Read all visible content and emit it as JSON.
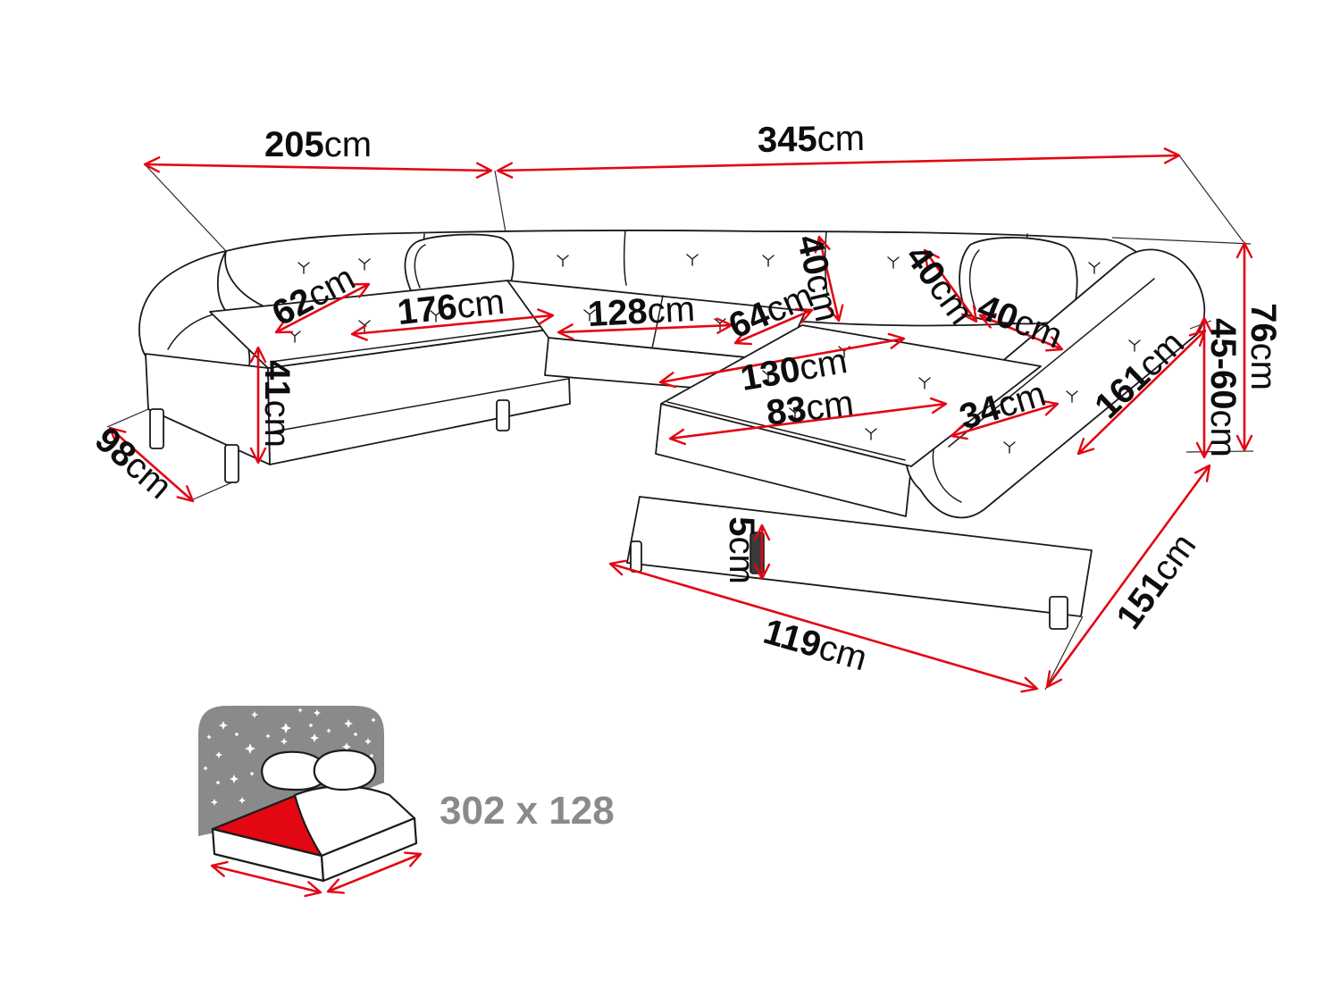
{
  "colors": {
    "red": "#e30613",
    "ink": "#1a1a1a",
    "gray": "#8a8a8a"
  },
  "dimensions": {
    "back_width_left": {
      "value": "205",
      "unit": "cm"
    },
    "back_width_right": {
      "value": "345",
      "unit": "cm"
    },
    "total_height": {
      "value": "76",
      "unit": "cm"
    },
    "armrest_height": {
      "value": "45-60",
      "unit": "cm"
    },
    "chaise_depth": {
      "value": "151",
      "unit": "cm"
    },
    "base_front_length": {
      "value": "119",
      "unit": "cm"
    },
    "leg_height": {
      "value": "5",
      "unit": "cm"
    },
    "end_depth": {
      "value": "98",
      "unit": "cm"
    },
    "seat_height": {
      "value": "41",
      "unit": "cm"
    },
    "seat_depth_left": {
      "value": "62",
      "unit": "cm"
    },
    "left_section_length": {
      "value": "176",
      "unit": "cm"
    },
    "middle_section_length": {
      "value": "128",
      "unit": "cm"
    },
    "seat_depth_middle": {
      "value": "64",
      "unit": "cm"
    },
    "backrest_height": {
      "value": "40",
      "unit": "cm"
    },
    "pillow_height": {
      "value": "40",
      "unit": "cm"
    },
    "pillow_width": {
      "value": "40",
      "unit": "cm"
    },
    "chaise_width": {
      "value": "130",
      "unit": "cm"
    },
    "chaise_seat_width": {
      "value": "83",
      "unit": "cm"
    },
    "armrest_width": {
      "value": "34",
      "unit": "cm"
    },
    "chaise_length": {
      "value": "161",
      "unit": "cm"
    }
  },
  "sleeping_area": {
    "size": "302 x 128"
  }
}
